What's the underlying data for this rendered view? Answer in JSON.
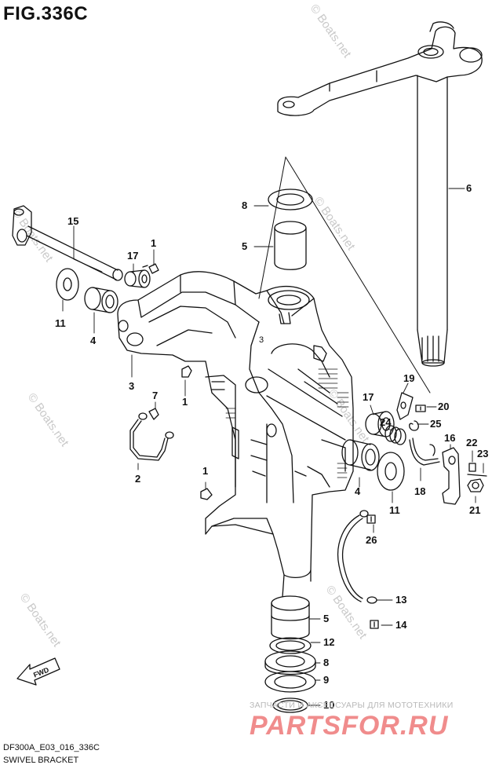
{
  "figure": {
    "title": "FIG.336C",
    "code": "DF300A_E03_016_336C",
    "name": "SWIVEL BRACKET"
  },
  "callouts": [
    {
      "label": "1"
    },
    {
      "label": "1"
    },
    {
      "label": "1"
    },
    {
      "label": "2"
    },
    {
      "label": "3"
    },
    {
      "label": "4"
    },
    {
      "label": "4"
    },
    {
      "label": "5"
    },
    {
      "label": "5"
    },
    {
      "label": "6"
    },
    {
      "label": "7"
    },
    {
      "label": "8"
    },
    {
      "label": "8"
    },
    {
      "label": "9"
    },
    {
      "label": "10"
    },
    {
      "label": "11"
    },
    {
      "label": "11"
    },
    {
      "label": "12"
    },
    {
      "label": "13"
    },
    {
      "label": "14"
    },
    {
      "label": "15"
    },
    {
      "label": "16"
    },
    {
      "label": "17"
    },
    {
      "label": "17"
    },
    {
      "label": "18"
    },
    {
      "label": "19"
    },
    {
      "label": "20"
    },
    {
      "label": "21"
    },
    {
      "label": "22"
    },
    {
      "label": "23"
    },
    {
      "label": "24"
    },
    {
      "label": "25"
    },
    {
      "label": "26"
    }
  ],
  "fwd_label": "FWD",
  "watermarks": {
    "site": "© Boats.net",
    "sub": "ЗАПЧАСТИ И АКСЕССУАРЫ ДЛЯ МОТОТЕХНИКИ",
    "brand": "PARTSFOR.RU"
  },
  "colors": {
    "line": "#111111",
    "watermark_gray": "#c9c9c9",
    "brand_red": "#f08c8c"
  }
}
